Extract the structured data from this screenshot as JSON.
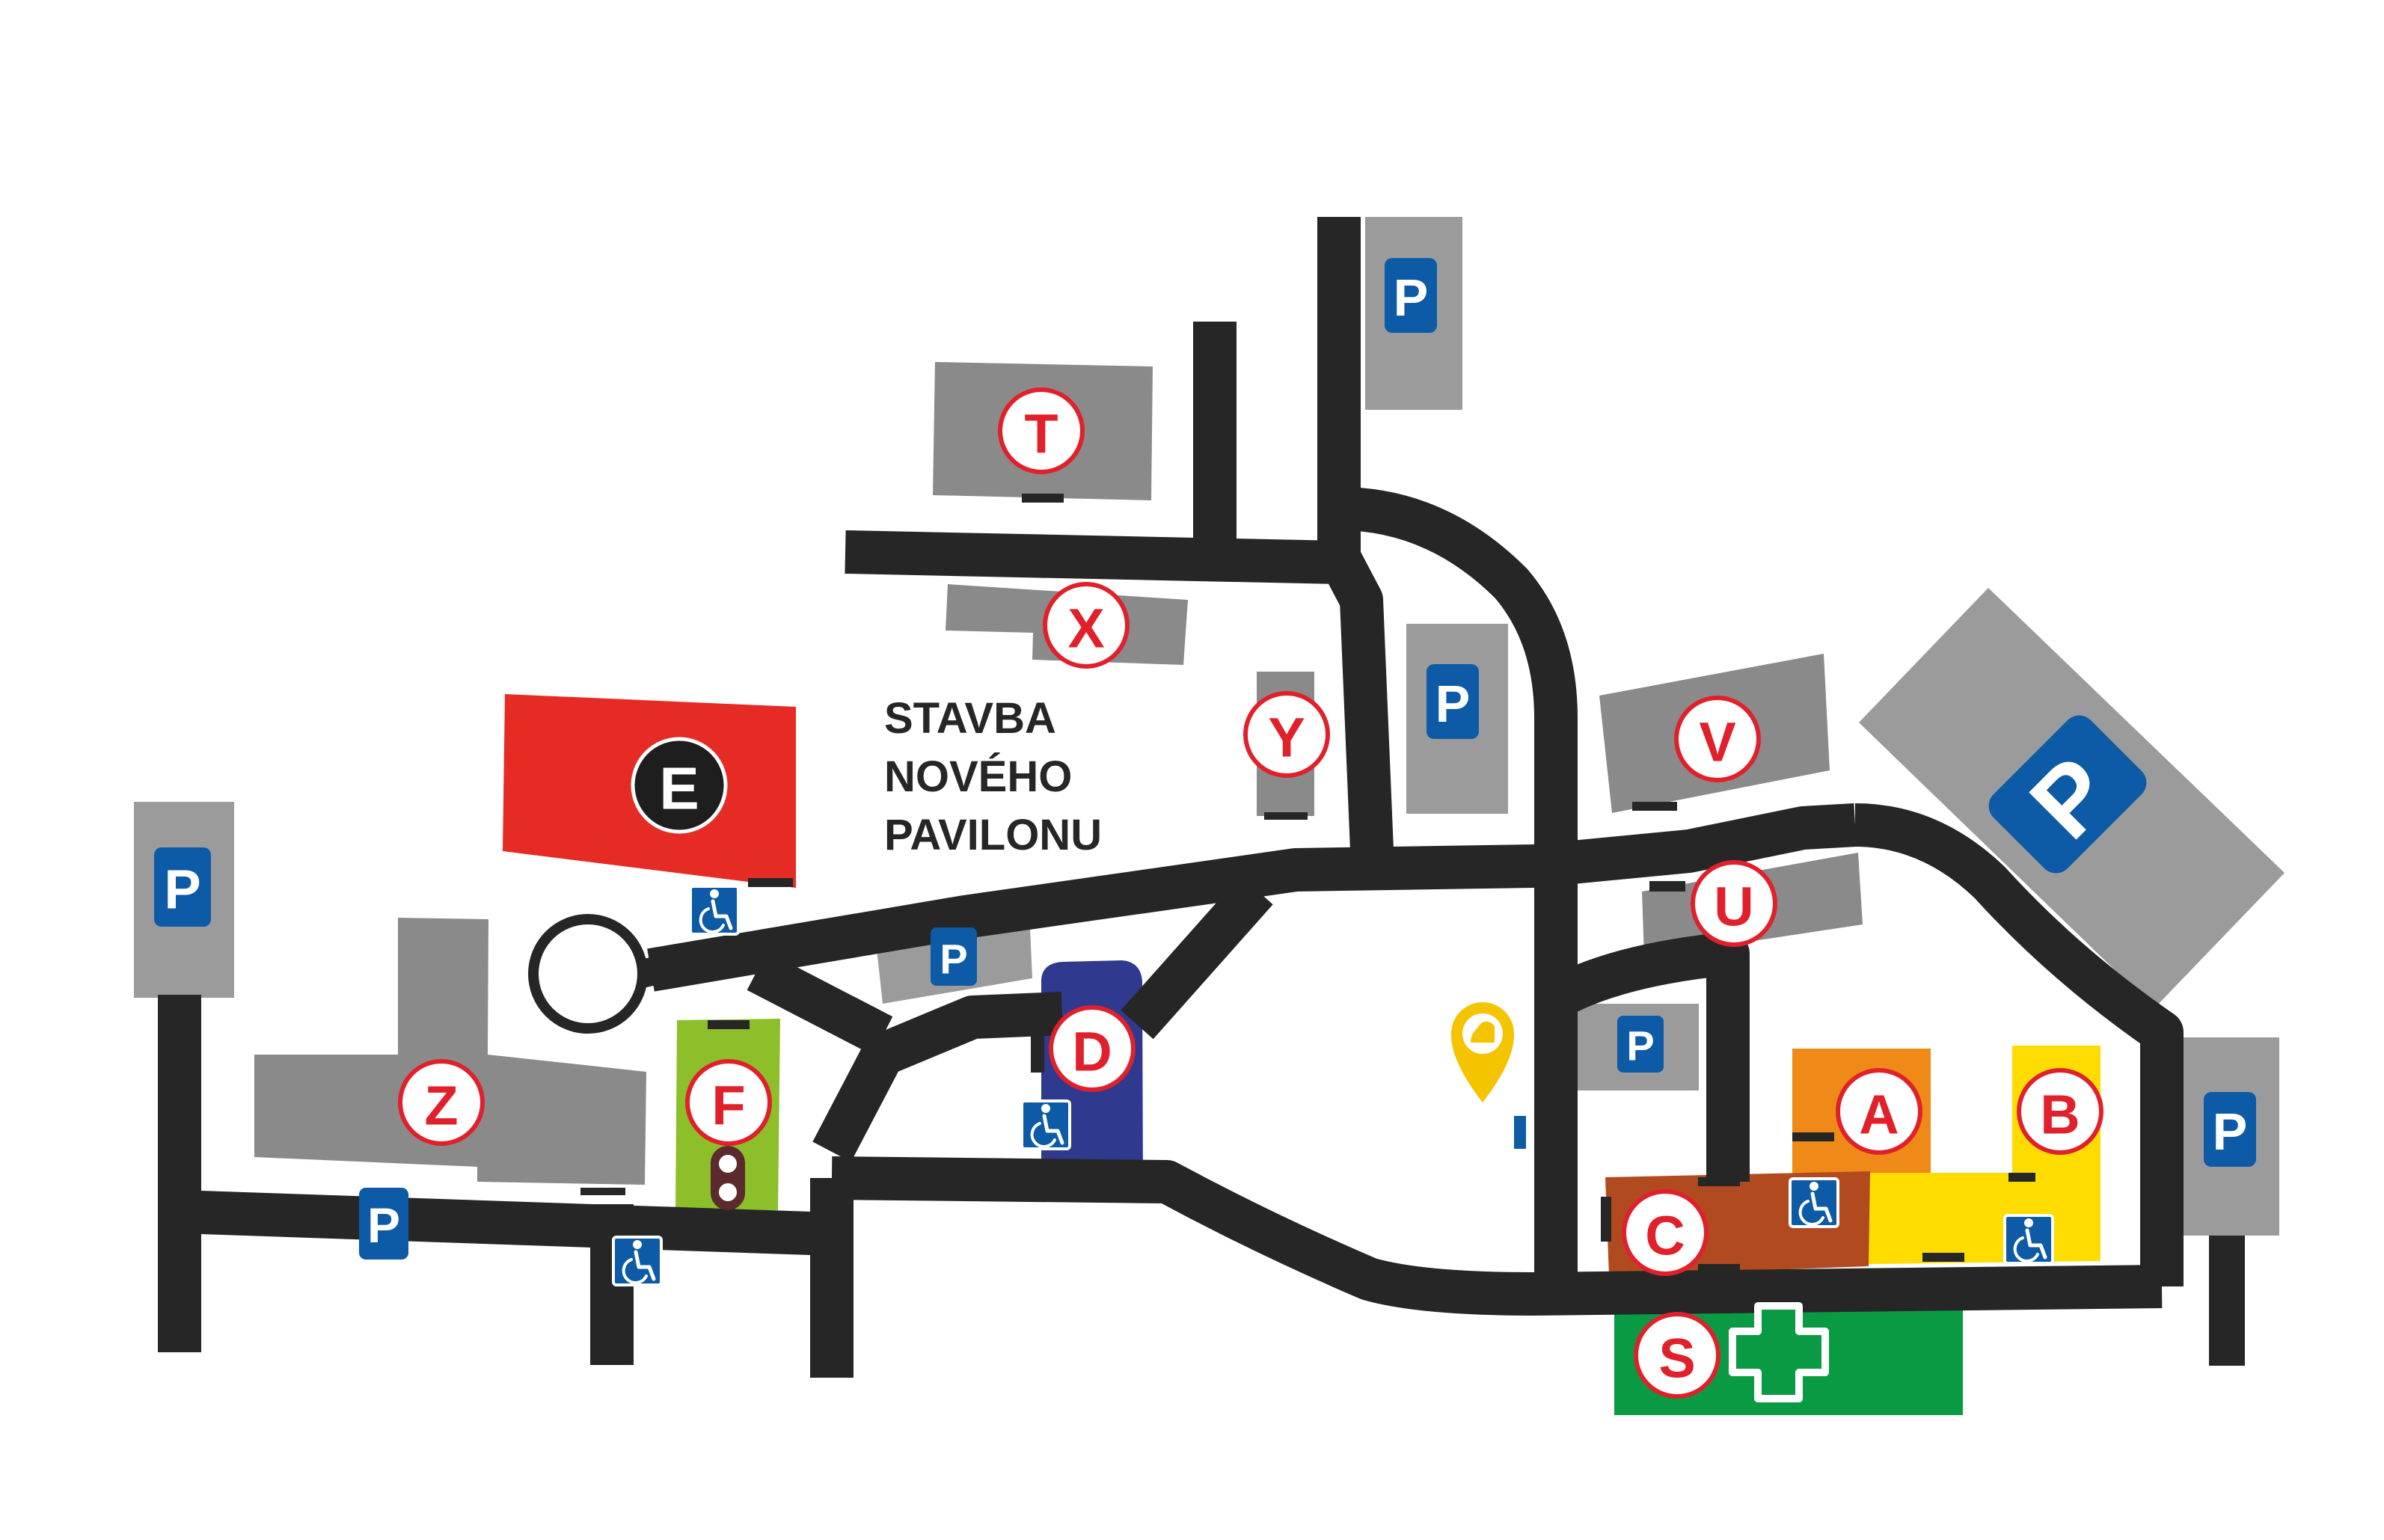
{
  "map": {
    "construction_label": [
      "STAVBA",
      "NOVÉHO",
      "PAVILONU"
    ],
    "buildings": [
      {
        "id": "A",
        "label": "A",
        "color": "#ef8a18"
      },
      {
        "id": "B",
        "label": "B",
        "color": "#ffdc00"
      },
      {
        "id": "C",
        "label": "C",
        "color": "#b24a20"
      },
      {
        "id": "D",
        "label": "D",
        "color": "#2f3a8f"
      },
      {
        "id": "E",
        "label": "E",
        "color": "#8cbf2a"
      },
      {
        "id": "F",
        "label": "F",
        "color": "#e52b24"
      },
      {
        "id": "S",
        "label": "S",
        "color": "#0a9a44"
      },
      {
        "id": "T",
        "label": "T",
        "color": "#8a8a8a"
      },
      {
        "id": "U",
        "label": "U",
        "color": "#8a8a8a"
      },
      {
        "id": "V",
        "label": "V",
        "color": "#8a8a8a"
      },
      {
        "id": "X",
        "label": "X",
        "color": "#8a8a8a"
      },
      {
        "id": "Y",
        "label": "Y",
        "color": "#8a8a8a"
      },
      {
        "id": "Z",
        "label": "Z",
        "color": "#8a8a8a"
      }
    ],
    "parking_label": "P",
    "icons": {
      "wheelchair": "wheelchair-icon",
      "first_aid": "first-aid-cross-icon",
      "info_pin": "info-location-pin-icon",
      "traffic_light": "traffic-light-icon"
    },
    "colors": {
      "road": "#262626",
      "parking_sign": "#0d5aa6",
      "marker_ring": "#e0202a",
      "grey_building": "#8a8a8a",
      "pin": "#f5c400"
    }
  }
}
